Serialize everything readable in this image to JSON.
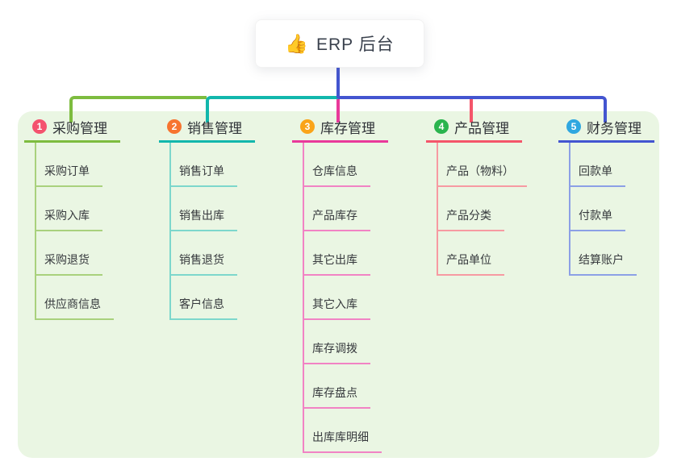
{
  "root": {
    "emoji": "👍",
    "label": "ERP 后台",
    "line_color": "#4355D0"
  },
  "colors": {
    "page_bg": "#FFFFFF",
    "panel_bg": "#EAF6E3",
    "root_card_bg": "#FFFFFF"
  },
  "branches": [
    {
      "badge": "1",
      "label": "采购管理",
      "color": "#7DBC3F",
      "light_color": "#A9D17D",
      "badge_color": "#F4526E",
      "children": [
        "采购订单",
        "采购入库",
        "采购退货",
        "供应商信息"
      ]
    },
    {
      "badge": "2",
      "label": "销售管理",
      "color": "#12B7AC",
      "light_color": "#7DD7CC",
      "badge_color": "#F7742F",
      "children": [
        "销售订单",
        "销售出库",
        "销售退货",
        "客户信息"
      ]
    },
    {
      "badge": "3",
      "label": "库存管理",
      "color": "#E9399A",
      "light_color": "#F183C4",
      "badge_color": "#FAA419",
      "children": [
        "仓库信息",
        "产品库存",
        "其它出库",
        "其它入库",
        "库存调拨",
        "库存盘点",
        "出库库明细"
      ]
    },
    {
      "badge": "4",
      "label": "产品管理",
      "color": "#F4556A",
      "light_color": "#F79AA2",
      "badge_color": "#2AB44E",
      "children": [
        "产品（物料）",
        "产品分类",
        "产品单位"
      ]
    },
    {
      "badge": "5",
      "label": "财务管理",
      "color": "#4355D0",
      "light_color": "#8CA0E6",
      "badge_color": "#2FA7E0",
      "children": [
        "回款单",
        "付款单",
        "结算账户"
      ]
    }
  ]
}
